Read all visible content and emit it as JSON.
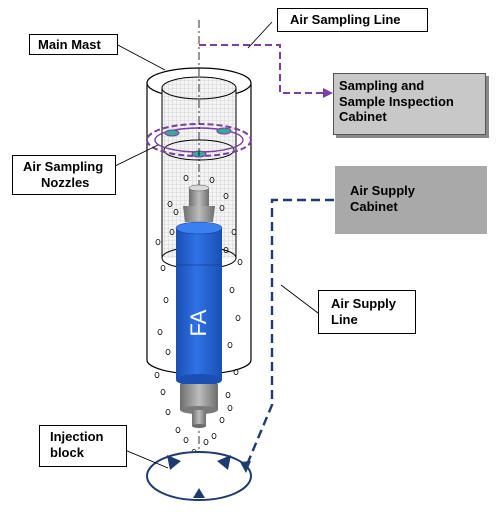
{
  "labels": {
    "main_mast": "Main Mast",
    "air_sampling_line": "Air Sampling Line",
    "sampling_cabinet_line1": "Sampling and",
    "sampling_cabinet_line2": "Sample Inspection",
    "sampling_cabinet_line3": "Cabinet",
    "air_sampling_nozzles_line1": "Air Sampling",
    "air_sampling_nozzles_line2": "Nozzles",
    "air_supply_cabinet_line1": "Air Supply",
    "air_supply_cabinet_line2": "Cabinet",
    "air_supply_line_line1": "Air Supply",
    "air_supply_line_line2": "Line",
    "injection_block_line1": "Injection",
    "injection_block_line2": "block",
    "fa": "FA"
  },
  "colors": {
    "sampling_line": "#7a3fa0",
    "supply_line": "#1f3a6e",
    "fuel_assembly": "#1f5fd0",
    "cabinet_light": "#c8c8c8",
    "cabinet_dark": "#a9a9a9"
  }
}
